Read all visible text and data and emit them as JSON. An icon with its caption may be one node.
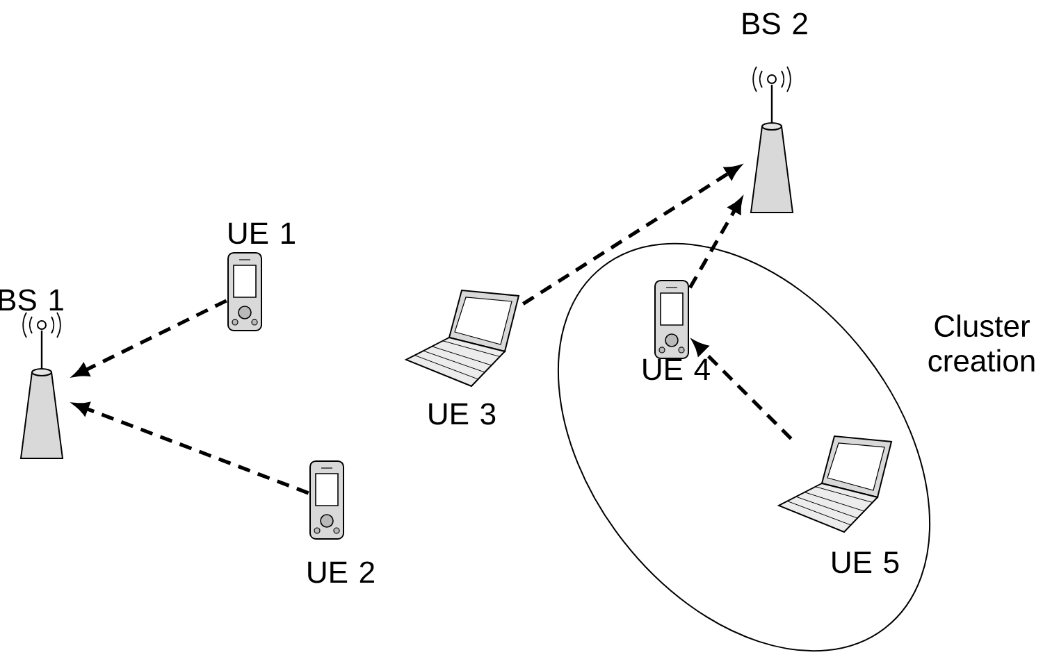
{
  "diagram": {
    "nodes": [
      {
        "text": [
          "BS 1"
        ]
      },
      {
        "text": [
          "UE 1"
        ]
      },
      {
        "text": [
          "UE 2"
        ]
      },
      {
        "text": [
          "UE 3"
        ]
      },
      {
        "text": [
          "BS 2"
        ]
      },
      {
        "text": [
          "Cluster creation"
        ]
      },
      {
        "text": [
          "UE 4"
        ],
        "in": 5
      },
      {
        "text": [
          "UE 5"
        ],
        "in": 5
      }
    ],
    "edges": [
      {
        "from": 1,
        "to": 0,
        "arrow": "to",
        "style": "dashed"
      },
      {
        "from": 2,
        "to": 0,
        "arrow": "to",
        "style": "dashed"
      },
      {
        "from": 3,
        "to": 4,
        "arrow": "to",
        "style": "dashed"
      },
      {
        "from": 6,
        "to": 4,
        "arrow": "to",
        "style": "dashed"
      },
      {
        "from": 7,
        "to": 6,
        "arrow": "to",
        "style": "dashed"
      }
    ]
  }
}
